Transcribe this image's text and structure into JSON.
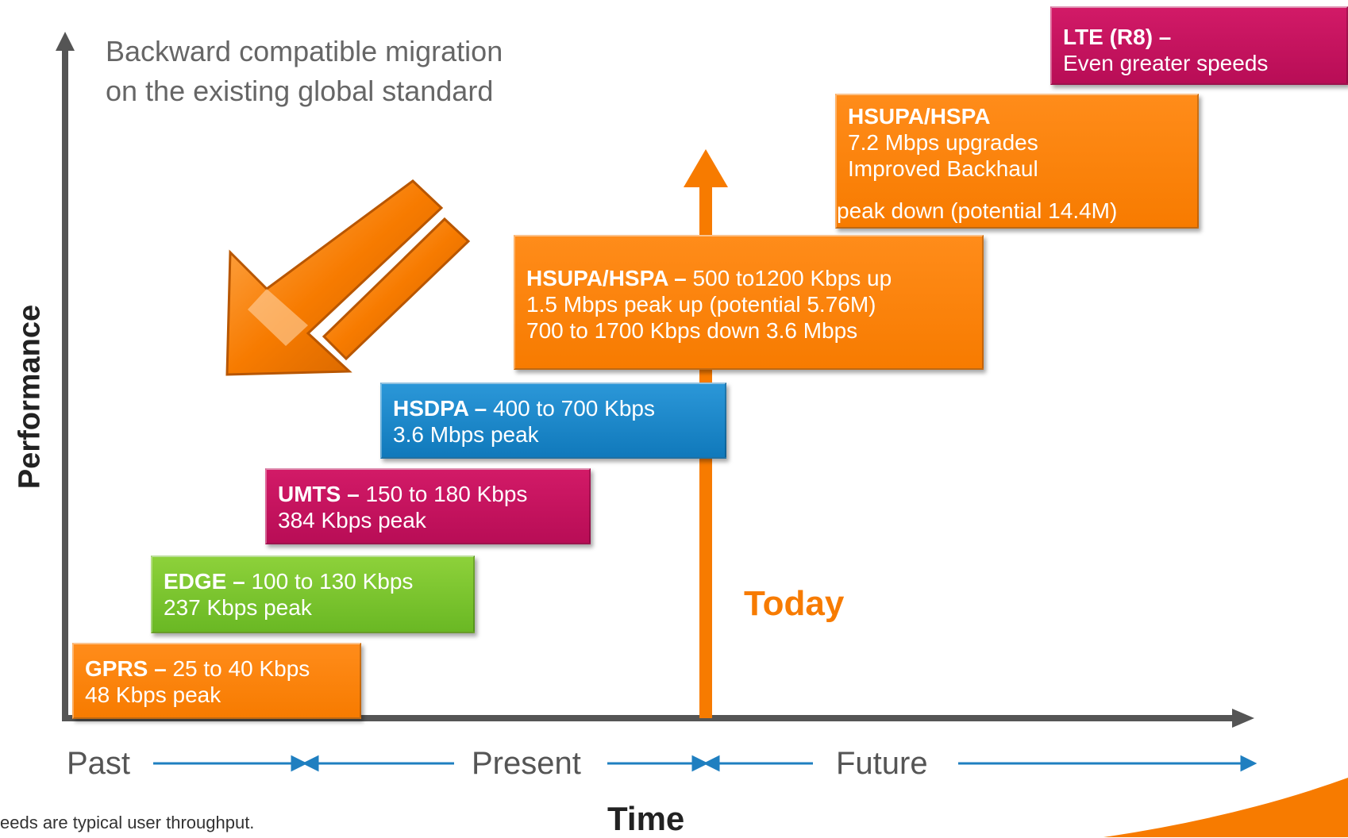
{
  "subtitle_lines": [
    "Backward compatible migration",
    "on the existing global standard"
  ],
  "y_axis_label": "Performance",
  "x_axis_label": "Time",
  "today_label": "Today",
  "timeline": {
    "past": "Past",
    "present": "Present",
    "future": "Future"
  },
  "footnote": "eeds are typical user throughput.",
  "boxes": {
    "gprs": {
      "title": "GPRS –",
      "line1": " 25 to 40 Kbps",
      "line2": "48 Kbps peak"
    },
    "edge": {
      "title": "EDGE –",
      "line1": " 100  to 130 Kbps",
      "line2": "237 Kbps peak"
    },
    "umts": {
      "title": "UMTS –",
      "line1": " 150 to 180 Kbps",
      "line2": "384 Kbps peak"
    },
    "hsdpa": {
      "title": "HSDPA –",
      "line1": " 400 to 700 Kbps",
      "line2": "3.6 Mbps peak"
    },
    "hsupa1": {
      "title": "HSUPA/HSPA –",
      "line1": " 500 to1200 Kbps up",
      "line2": "1.5 Mbps peak up (potential 5.76M)",
      "line3": "700 to 1700 Kbps down 3.6 Mbps"
    },
    "hsupa2": {
      "title": "HSUPA/HSPA",
      "line1": " 7.2 Mbps upgrades",
      "line2": "Improved Backhaul",
      "line3": "peak down (potential 14.4M)"
    },
    "lte": {
      "title": "LTE (R8) –",
      "line1": "Even greater speeds"
    }
  },
  "colors": {
    "orange": "#f77b00",
    "green": "#78c22c",
    "magenta": "#c4105d",
    "blue": "#1b86c8",
    "axis": "#555555",
    "timeline": "#1f7fc0"
  }
}
